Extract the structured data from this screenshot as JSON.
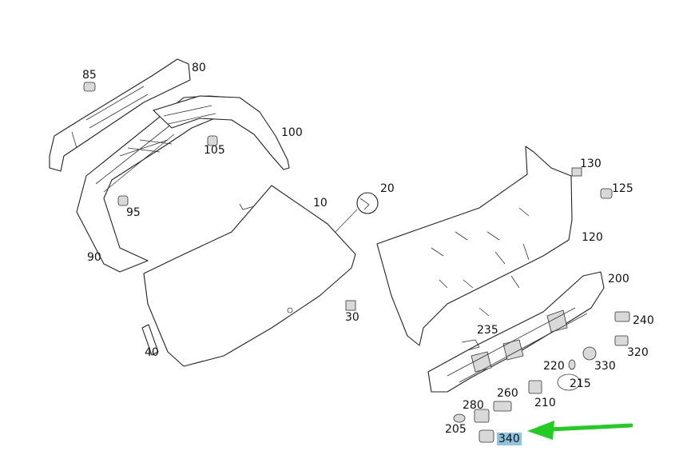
{
  "diagram": {
    "labels": {
      "p85": "85",
      "p80": "80",
      "p100": "100",
      "p105": "105",
      "p95": "95",
      "p90": "90",
      "p10": "10",
      "p20": "20",
      "p30": "30",
      "p40": "40",
      "p130": "130",
      "p125": "125",
      "p120": "120",
      "p200": "200",
      "p240": "240",
      "p235": "235",
      "p320": "320",
      "p330": "330",
      "p220": "220",
      "p215": "215",
      "p260": "260",
      "p210": "210",
      "p280": "280",
      "p205": "205",
      "p340": "340"
    },
    "highlighted_part": "340",
    "colors": {
      "arrow": "#22cc22",
      "highlight": "#8fc3df",
      "lines": "#222222"
    }
  }
}
